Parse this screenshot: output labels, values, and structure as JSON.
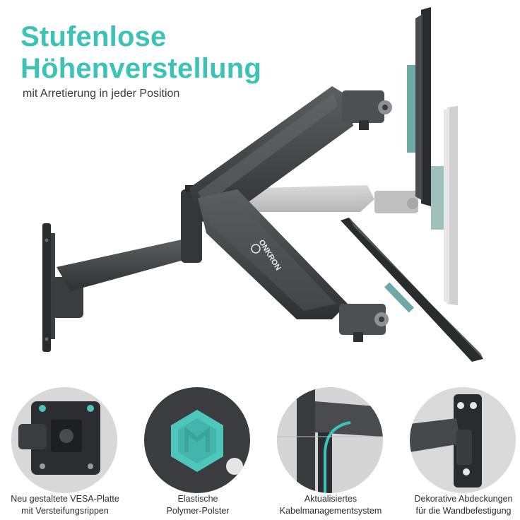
{
  "headline": {
    "line1": "Stufenlose",
    "line2": "Höhenverstellung",
    "subline": "mit Arretierung in jeder Position",
    "color": "#3cc2b6"
  },
  "brand": {
    "name": "ONKRON"
  },
  "features": [
    {
      "line1": "Neu gestaltete VESA-Platte",
      "line2": "mit Versteifungsrippen",
      "icon": "vesa-plate-icon"
    },
    {
      "line1": "Elastische",
      "line2": "Polymer-Polster",
      "icon": "polymer-pad-icon"
    },
    {
      "line1": "Aktualisiertes",
      "line2": "Kabelmanagementsystem",
      "icon": "cable-management-icon"
    },
    {
      "line1": "Dekorative Abdeckungen",
      "line2": "für die Wandbefestigung",
      "icon": "wall-mount-cover-icon"
    }
  ],
  "colors": {
    "arm": "#4a4c50",
    "arm_light": "#bdbdbd",
    "accent": "#3cc2b6",
    "circle_bg": "#dcdcdc"
  }
}
